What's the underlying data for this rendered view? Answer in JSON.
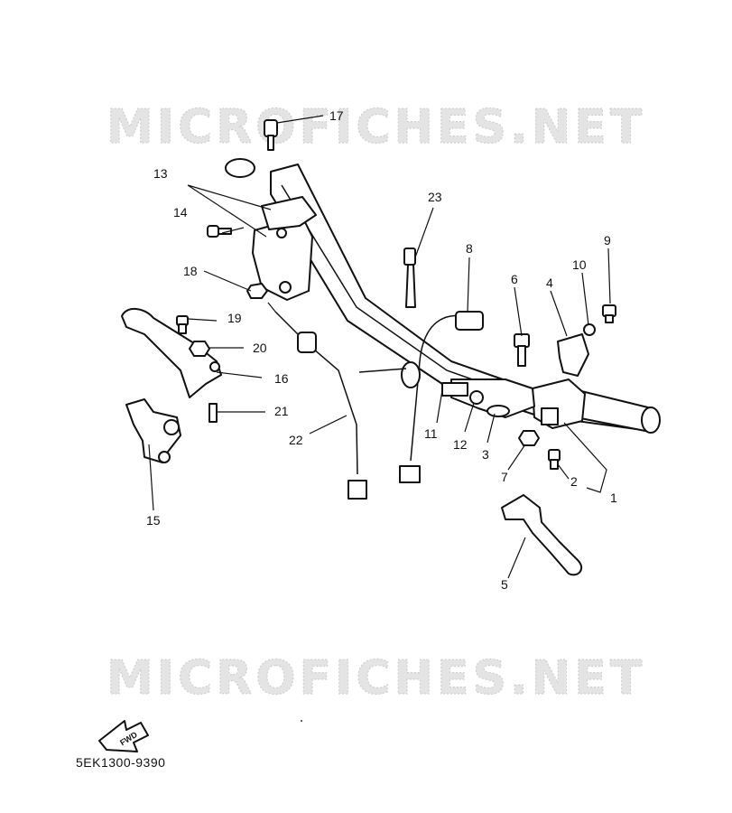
{
  "watermark": {
    "top": "MICROFICHES.NET",
    "bottom": "MICROFICHES.NET"
  },
  "callouts": [
    "1",
    "2",
    "3",
    "4",
    "5",
    "6",
    "7",
    "8",
    "9",
    "10",
    "11",
    "12",
    "13",
    "14",
    "15",
    "16",
    "17",
    "18",
    "19",
    "20",
    "21",
    "22",
    "23"
  ],
  "fwd_label": "FWD",
  "diagram_code": "5EK1300-9390"
}
